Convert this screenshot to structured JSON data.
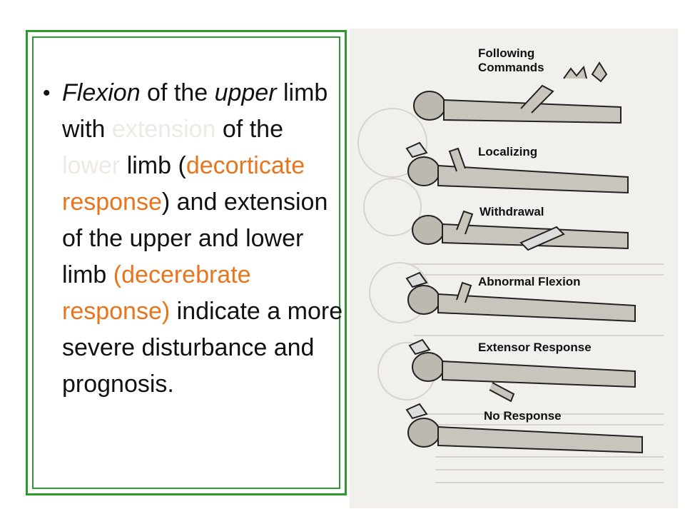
{
  "text": {
    "bullet": "•",
    "s1": "Flexion",
    "s2": " of the ",
    "s3": "upper",
    "s4": " limb with ",
    "s5": "extension",
    "s6": " of the ",
    "s7": "lower",
    "s8": " limb (",
    "s9": "decorticate response",
    "s10": ") and extension of the upper and lower limb ",
    "s11": "(decerebrate response)",
    "s12": " indicate a more severe disturbance and prognosis."
  },
  "figure": {
    "labels": [
      "Following Commands",
      "Localizing",
      "Withdrawal",
      "Abnormal Flexion",
      "Extensor Response",
      "No Response"
    ]
  },
  "colors": {
    "border": "#2e9a2e",
    "highlight": "#e8741c",
    "faint": "#eee9e2"
  }
}
